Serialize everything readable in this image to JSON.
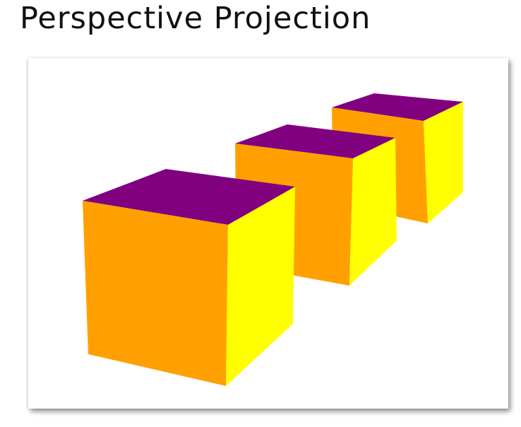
{
  "title": "Perspective Projection",
  "colors": {
    "cube_top": "#800080",
    "cube_front": "#FFA000",
    "cube_side": "#FFFF00",
    "background": "#ffffff"
  },
  "cubes": [
    {
      "name": "cube-near"
    },
    {
      "name": "cube-middle"
    },
    {
      "name": "cube-far"
    }
  ]
}
